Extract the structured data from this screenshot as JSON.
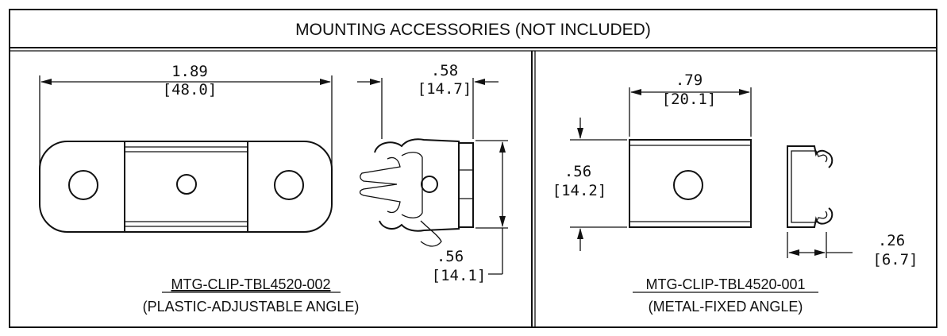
{
  "title": "MOUNTING ACCESSORIES (NOT INCLUDED)",
  "panels": {
    "plastic": {
      "part_number": "MTG-CLIP-TBL4520-002",
      "description": "(PLASTIC-ADJUSTABLE ANGLE)",
      "dims": {
        "length_in": "1.89",
        "length_mm": "[48.0]",
        "width_in": ".58",
        "width_mm": "[14.7]",
        "height_in": ".56",
        "height_mm": "[14.1]"
      }
    },
    "metal": {
      "part_number": "MTG-CLIP-TBL4520-001",
      "description": "(METAL-FIXED ANGLE)",
      "dims": {
        "width_in": ".79",
        "width_mm": "[20.1]",
        "height_in": ".56",
        "height_mm": "[14.2]",
        "depth_in": ".26",
        "depth_mm": "[6.7]"
      }
    }
  }
}
